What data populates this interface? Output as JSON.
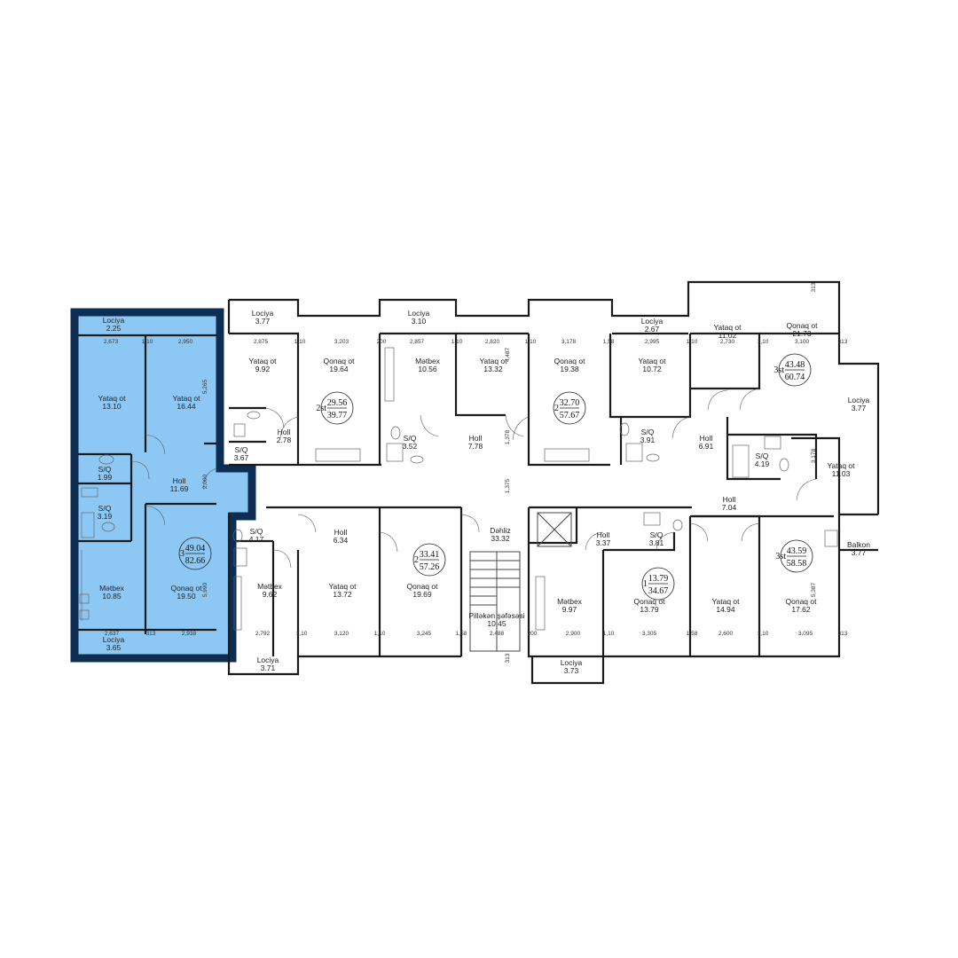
{
  "rooms": [
    {
      "id": "r1",
      "name": "Lociya",
      "area": "2.25"
    },
    {
      "id": "r2",
      "name": "Yataq ot",
      "area": "13.10"
    },
    {
      "id": "r3",
      "name": "Yataq ot",
      "area": "16.44"
    },
    {
      "id": "r4",
      "name": "S/Q",
      "area": "1.99"
    },
    {
      "id": "r5",
      "name": "Holl",
      "area": "11.69"
    },
    {
      "id": "r6",
      "name": "S/Q",
      "area": "3.19"
    },
    {
      "id": "r7",
      "name": "Mətbex",
      "area": "10.85"
    },
    {
      "id": "r8",
      "name": "Qonaq ot",
      "area": "19.50"
    },
    {
      "id": "r9",
      "name": "Lociya",
      "area": "3.65"
    },
    {
      "id": "r10",
      "name": "Lociya",
      "area": "3.77"
    },
    {
      "id": "r11",
      "name": "Yataq ot",
      "area": "9.92"
    },
    {
      "id": "r12",
      "name": "Qonaq ot",
      "area": "19.64"
    },
    {
      "id": "r13",
      "name": "Holl",
      "area": "2.78"
    },
    {
      "id": "r14",
      "name": "S/Q",
      "area": "3.67"
    },
    {
      "id": "r15",
      "name": "Lociya",
      "area": "3.10"
    },
    {
      "id": "r16",
      "name": "Mətbex",
      "area": "10.56"
    },
    {
      "id": "r17",
      "name": "Yataq ot",
      "area": "13.32"
    },
    {
      "id": "r18",
      "name": "S/Q",
      "area": "3.52"
    },
    {
      "id": "r19",
      "name": "Holl",
      "area": "7.78"
    },
    {
      "id": "r20",
      "name": "Qonaq ot",
      "area": "19.38"
    },
    {
      "id": "r21",
      "name": "Lociya",
      "area": "2.67"
    },
    {
      "id": "r22",
      "name": "Yataq ot",
      "area": "10.72"
    },
    {
      "id": "r23",
      "name": "S/Q",
      "area": "3.91"
    },
    {
      "id": "r24",
      "name": "Holl",
      "area": "6.91"
    },
    {
      "id": "r25",
      "name": "Yataq ot",
      "area": "11.02"
    },
    {
      "id": "r26",
      "name": "Qonaq ot",
      "area": "21.73"
    },
    {
      "id": "r27",
      "name": "Lociya",
      "area": "3.77"
    },
    {
      "id": "r28",
      "name": "S/Q",
      "area": "4.19"
    },
    {
      "id": "r29",
      "name": "Yataq ot",
      "area": "11.03"
    },
    {
      "id": "r30",
      "name": "S/Q",
      "area": "4.17"
    },
    {
      "id": "r31",
      "name": "Holl",
      "area": "6.34"
    },
    {
      "id": "r32",
      "name": "Mətbex",
      "area": "9.62"
    },
    {
      "id": "r33",
      "name": "Yataq ot",
      "area": "13.72"
    },
    {
      "id": "r34",
      "name": "Qonaq ot",
      "area": "19.69"
    },
    {
      "id": "r35",
      "name": "Lociya",
      "area": "3.71"
    },
    {
      "id": "r36",
      "name": "Dəhliz",
      "area": "33.32"
    },
    {
      "id": "r37",
      "name": "Pilləkən şəfəsəsi",
      "area": "10.45"
    },
    {
      "id": "r38",
      "name": "Holl",
      "area": "3.37"
    },
    {
      "id": "r39",
      "name": "S/Q",
      "area": "3.81"
    },
    {
      "id": "r40",
      "name": "Mətbex",
      "area": "9.97"
    },
    {
      "id": "r41",
      "name": "Qonaq ot",
      "area": "13.79"
    },
    {
      "id": "r42",
      "name": "Lociya",
      "area": "3.73"
    },
    {
      "id": "r43",
      "name": "Holl",
      "area": "7.04"
    },
    {
      "id": "r44",
      "name": "Yataq ot",
      "area": "14.94"
    },
    {
      "id": "r45",
      "name": "Qonaq ot",
      "area": "17.62"
    },
    {
      "id": "r46",
      "name": "Balkon",
      "area": "3.77"
    }
  ],
  "apartments": [
    {
      "id": "a1",
      "type": "3",
      "living": "49.04",
      "total": "82.66"
    },
    {
      "id": "a2",
      "type": "2st",
      "living": "29.56",
      "total": "39.77"
    },
    {
      "id": "a3",
      "type": "2",
      "living": "32.70",
      "total": "57.67"
    },
    {
      "id": "a4",
      "type": "3st",
      "living": "43.48",
      "total": "60.74"
    },
    {
      "id": "a5",
      "type": "2",
      "living": "33.41",
      "total": "57.26"
    },
    {
      "id": "a6",
      "type": "1",
      "living": "13.79",
      "total": "34.67"
    },
    {
      "id": "a7",
      "type": "3st",
      "living": "43.59",
      "total": "58.58"
    }
  ],
  "dimensions": [
    "2,673",
    "1,10",
    "2,950",
    "2,875",
    "1,10",
    "3,203",
    "200",
    "2,857",
    "1,10",
    "2,820",
    "1,10",
    "3,178",
    "1,58",
    "2,995",
    "1,10",
    "2,730",
    "1,10",
    "3,100",
    "313",
    "5,265",
    "2,000",
    "5,990",
    "2,637",
    "313",
    "2,938",
    "2,792",
    "1,10",
    "3,120",
    "1,10",
    "3,245",
    "1,58",
    "2,488",
    "200",
    "2,900",
    "1,10",
    "3,305",
    "1,58",
    "2,600",
    "1,10",
    "3,095",
    "313",
    "1,375",
    "4,487",
    "3,178",
    "5,387",
    "313",
    "1,378",
    "313"
  ],
  "colors": {
    "highlight_fill": "#8dc8f5",
    "highlight_border": "#0d2d52",
    "wall": "#1a1a1a"
  }
}
